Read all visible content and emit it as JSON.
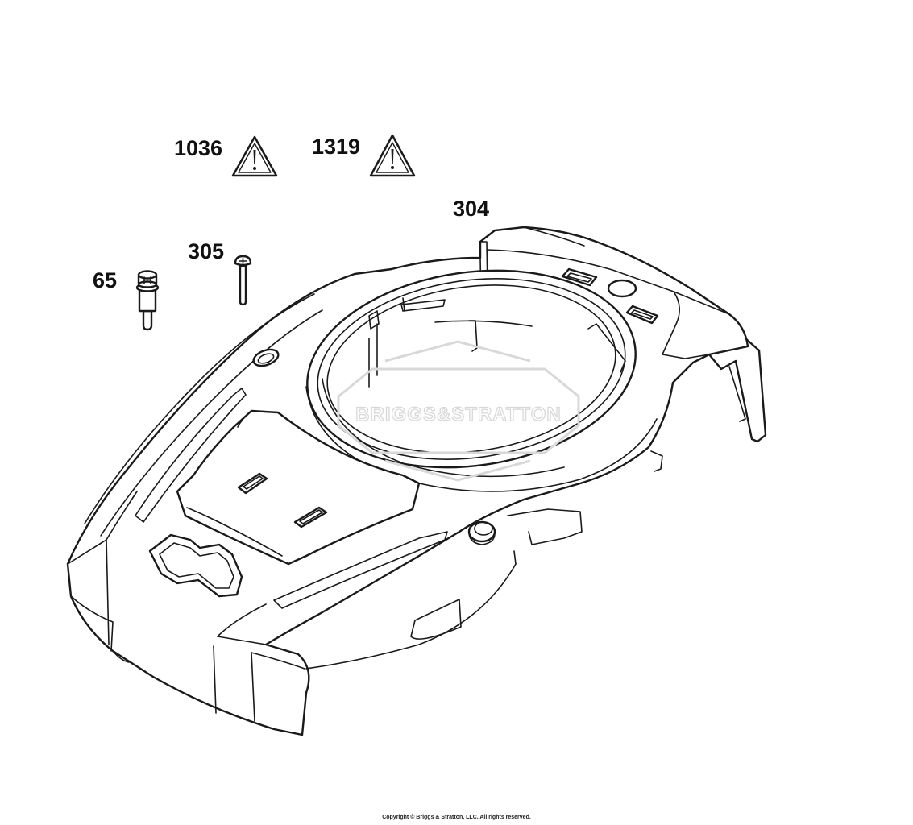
{
  "callouts": {
    "warning_1": "1036",
    "warning_2": "1319",
    "shroud": "304",
    "screw": "305",
    "bolt": "65"
  },
  "watermark": "BRIGGS&STRATTON",
  "copyright": "Copyright © Briggs & Stratton, LLC. All rights reserved.",
  "colors": {
    "line": "#1a1a1a",
    "background": "#ffffff",
    "watermark": "#d8d8d8"
  }
}
